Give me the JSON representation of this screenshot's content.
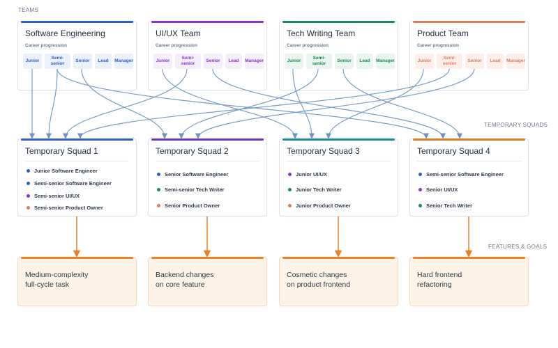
{
  "sections": {
    "teams": "TEAMS",
    "squads": "TEMPORARY SQUADS",
    "goals": "FEATURES & GOALS"
  },
  "career_label": "Career progression",
  "teams": [
    {
      "name": "Software Engineering",
      "color": "#2e5fc7",
      "levels": [
        "Junior",
        "Semi-\nsenior",
        "Senior",
        "Lead",
        "Manager"
      ],
      "level_bg": "#eaf1fb",
      "level_fg": "#2e5fc7"
    },
    {
      "name": "UI/UX Team",
      "color": "#8a35c9",
      "levels": [
        "Junior",
        "Semi-\nsenior",
        "Senior",
        "Lead",
        "Manager"
      ],
      "level_bg": "#f5eefb",
      "level_fg": "#8a35c9"
    },
    {
      "name": "Tech Writing Team",
      "color": "#1a8a5a",
      "levels": [
        "Junior",
        "Semi-\nsenior",
        "Senior",
        "Lead",
        "Manager"
      ],
      "level_bg": "#e9f6ef",
      "level_fg": "#1a8a5a"
    },
    {
      "name": "Product Team",
      "color": "#e07a5f",
      "levels": [
        "Junior",
        "Semi-\nsenior",
        "Senior",
        "Lead",
        "Manager"
      ],
      "level_bg": "#fdf0eb",
      "level_fg": "#e07a5f"
    }
  ],
  "squads": [
    {
      "name": "Temporary Squad 1",
      "color": "#2e5fc7",
      "members": [
        {
          "role": "Junior Software Engineer",
          "color": "#2e5fc7"
        },
        {
          "role": "Semi-senior Software Engineer",
          "color": "#2e5fc7"
        },
        {
          "role": "Semi-senior UI/UX",
          "color": "#8a35c9"
        },
        {
          "role": "Semi-senior Product Owner",
          "color": "#e07a5f"
        }
      ]
    },
    {
      "name": "Temporary Squad 2",
      "color": "#6a35c9",
      "members": [
        {
          "role": "Senior Software Engineer",
          "color": "#2e5fc7"
        },
        {
          "role": "Semi-senior Tech Writer",
          "color": "#1a8a5a"
        },
        {
          "role": "Senior Product Owner",
          "color": "#e07a5f"
        }
      ]
    },
    {
      "name": "Temporary Squad 3",
      "color": "#1a8a9a",
      "members": [
        {
          "role": "Junior UI/UX",
          "color": "#8a35c9"
        },
        {
          "role": "Junior Tech Writer",
          "color": "#1a8a5a"
        },
        {
          "role": "Junior Product Owner",
          "color": "#e07a5f"
        }
      ]
    },
    {
      "name": "Temporary Squad 4",
      "color": "#e07a1f",
      "members": [
        {
          "role": "Semi-senior Software Engineer",
          "color": "#2e5fc7"
        },
        {
          "role": "Senior UI/UX",
          "color": "#8a35c9"
        },
        {
          "role": "Senior Tech Writer",
          "color": "#1a8a5a"
        }
      ]
    }
  ],
  "goals": [
    {
      "text": "Medium-complexity\nfull-cycle task"
    },
    {
      "text": "Backend changes\non core feature"
    },
    {
      "text": "Cosmetic changes\non product frontend"
    },
    {
      "text": "Hard frontend\nrefactoring"
    }
  ],
  "colors": {
    "connector": "#7a9cc6",
    "goal_arrow": "#e8812a"
  }
}
